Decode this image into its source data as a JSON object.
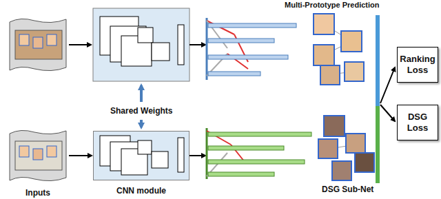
{
  "diagram": {
    "nodes": [
      {
        "text": [
          "Inputs"
        ]
      },
      {
        "text": [
          "CNN module"
        ]
      },
      {
        "text": [
          "Ranking Loss"
        ]
      },
      {
        "text": [
          "DSG Loss"
        ]
      }
    ],
    "edges": [
      {
        "from": 0,
        "to": 1,
        "arrow": "to"
      }
    ],
    "labels": [
      "Multi-Prototype Prediction",
      "Shared Weights",
      "DSG Sub-Net"
    ]
  }
}
